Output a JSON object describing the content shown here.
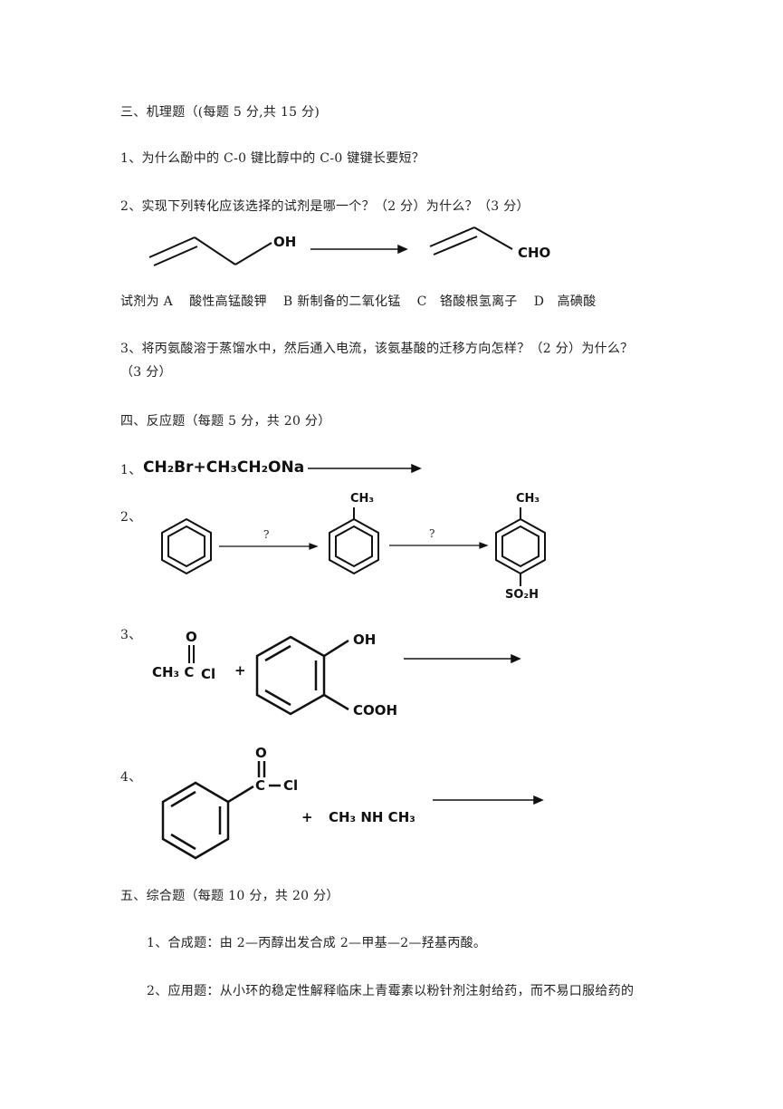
{
  "section3": {
    "heading": "三、机理题（(每题 5 分,共 15 分)",
    "q1": "1、为什么酚中的 C-0 键比醇中的 C-0 键键长要短？",
    "q2": "2、实现下列转化应该选择的试剂是哪一个？（2 分）为什么？（3 分）",
    "q2_reactant_group": "OH",
    "q2_product_group": "CHO",
    "q2_options_prefix": "试剂为 A",
    "q2_options": [
      "酸性高锰酸钾",
      "B 新制备的二氧化锰",
      "C　铬酸根氢离子",
      "D　高碘酸"
    ],
    "q3_line1": "3、将丙氨酸溶于蒸馏水中，然后通入电流，该氨基酸的迁移方向怎样？（2 分）为什么？",
    "q3_line2": "（3 分）"
  },
  "section4": {
    "heading": "四、反应题（每题 5 分，共 20 分）",
    "r1_num": "1、",
    "r1_formula": "CH₂Br+CH₃CH₂ONa",
    "r2_num": "2、",
    "r2_q1": "?",
    "r2_q2": "?",
    "r2_ch3_a": "CH₃",
    "r2_ch3_b": "CH₃",
    "r2_so2h": "SO₂H",
    "r3_num": "3、",
    "r3_o": "O",
    "r3_ch3c": "CH₃ C",
    "r3_cl": "Cl",
    "r3_plus": "+",
    "r3_oh": "OH",
    "r3_cooh": "COOH",
    "r4_num": "4、",
    "r4_o": "O",
    "r4_c": "C",
    "r4_cl": "Cl",
    "r4_plus": "+",
    "r4_amine": "CH₃ NH CH₃"
  },
  "section5": {
    "heading": "五、综合题（每题 10 分，共 20 分）",
    "q1": "1、合成题：由 2—丙醇出发合成 2—甲基—2—羟基丙酸。",
    "q2": "2、应用题：从小环的稳定性解释临床上青霉素以粉针剂注射给药，而不易口服给药的"
  }
}
